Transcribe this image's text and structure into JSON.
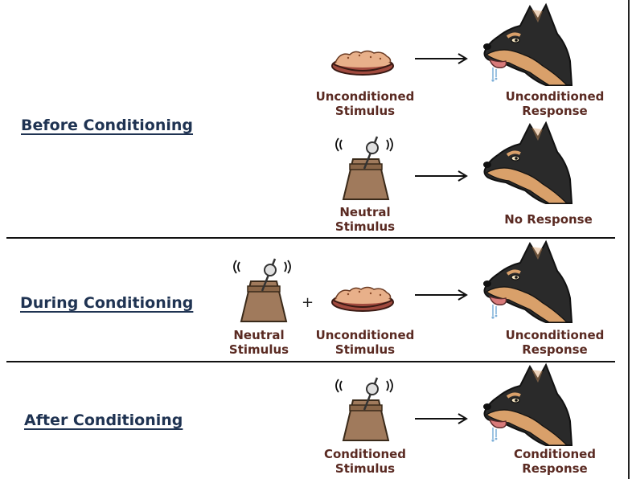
{
  "colors": {
    "title": "#1f3352",
    "label": "#5a2a22",
    "bowl": "#a14a3e",
    "food": "#e8b08a",
    "metronome": "#a07a5c",
    "dog_dark": "#2a2a2a",
    "dog_tan": "#d9a06a",
    "tongue": "#d87a7a"
  },
  "sections": {
    "before": {
      "title": "Before Conditioning",
      "row1": {
        "stimulus": {
          "line1": "Unconditioned",
          "line2": "Stimulus",
          "icon": "food-bowl-icon"
        },
        "response": {
          "line1": "Unconditioned",
          "line2": "Response",
          "icon": "salivating-dog-icon"
        }
      },
      "row2": {
        "stimulus": {
          "line1": "Neutral",
          "line2": "Stimulus",
          "icon": "metronome-icon"
        },
        "response": {
          "line1": "No Response",
          "icon": "dog-icon"
        }
      }
    },
    "during": {
      "title": "During Conditioning",
      "stimulus_a": {
        "line1": "Neutral",
        "line2": "Stimulus",
        "icon": "metronome-icon"
      },
      "plus": "+",
      "stimulus_b": {
        "line1": "Unconditioned",
        "line2": "Stimulus",
        "icon": "food-bowl-icon"
      },
      "response": {
        "line1": "Unconditioned",
        "line2": "Response",
        "icon": "salivating-dog-icon"
      }
    },
    "after": {
      "title": "After Conditioning",
      "stimulus": {
        "line1": "Conditioned",
        "line2": "Stimulus",
        "icon": "metronome-icon"
      },
      "response": {
        "line1": "Conditioned",
        "line2": "Response",
        "icon": "salivating-dog-icon"
      }
    }
  }
}
